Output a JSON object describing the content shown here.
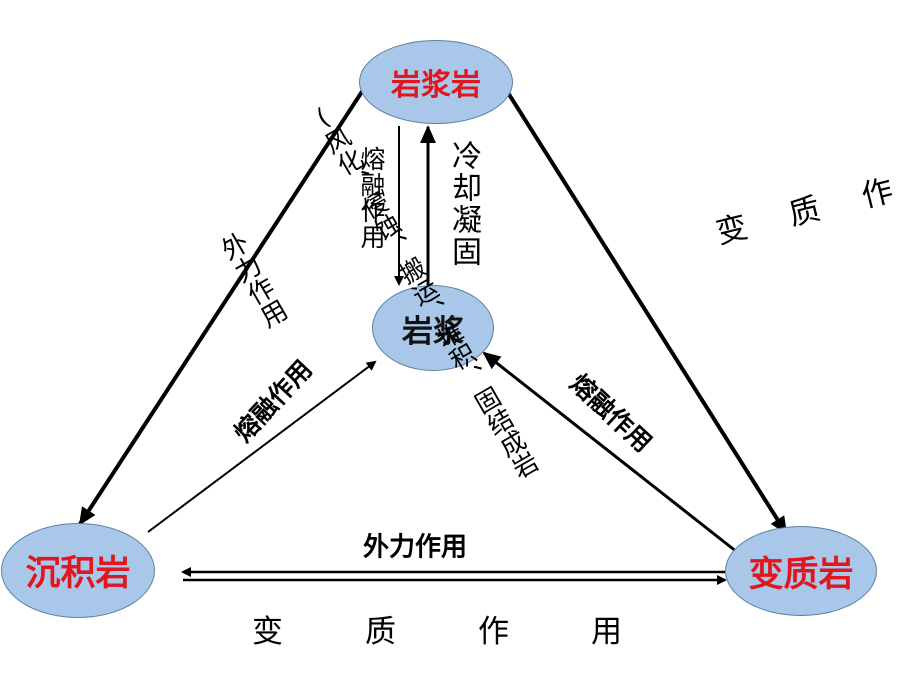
{
  "nodes": {
    "igneous": "岩浆岩",
    "magma": "岩浆",
    "sedimentary": "沉积岩",
    "metamorphic": "变质岩"
  },
  "labels": {
    "melting_down": "熔融作用",
    "cooling_up": "冷却凝固",
    "metamorphism_diagonal": "变质作用",
    "melting_right": "熔融作用",
    "melting_left": "熔融作用",
    "external_force_bottom": "外力作用",
    "metamorphism_bottom": "变质作用",
    "weathering_process": "(风化、侵蚀、搬运、堆积、固结成岩",
    "external_force_left": "外力作用"
  },
  "colors": {
    "node_fill": "#a9c8e9",
    "node_border": "#5c7fa3",
    "rock_text": "#e2161e",
    "magma_text": "#111111",
    "arrow": "#000000"
  }
}
